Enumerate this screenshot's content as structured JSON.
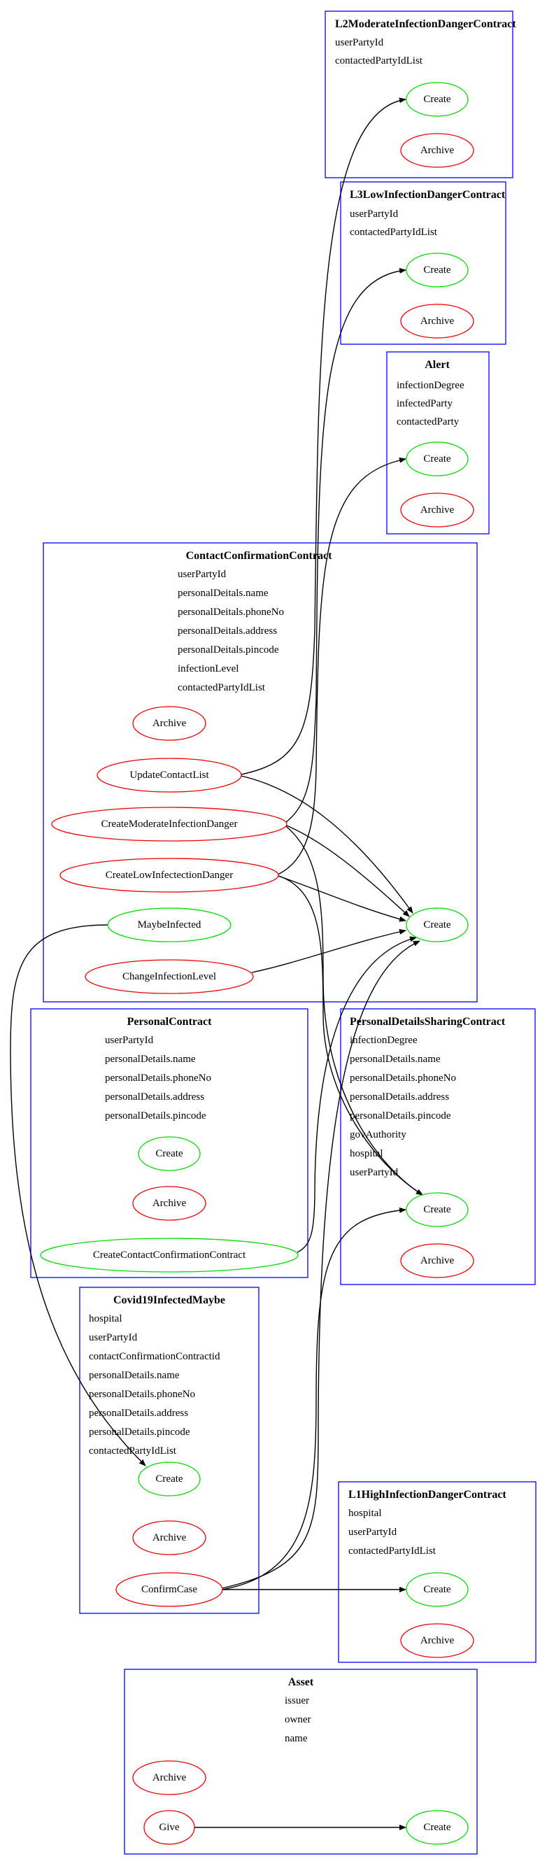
{
  "colors": {
    "cluster_border": "#0000ff",
    "create_choice": "#00dd00",
    "other_choice": "#ee0000",
    "edge": "#000000"
  },
  "templates": [
    {
      "name": "L2ModerateInfectionDangerContract",
      "fields": [
        "userPartyId",
        "contactedPartyIdList"
      ],
      "choices": [
        {
          "label": "Create",
          "kind": "create"
        },
        {
          "label": "Archive",
          "kind": "other"
        }
      ]
    },
    {
      "name": "L3LowInfectionDangerContract",
      "fields": [
        "userPartyId",
        "contactedPartyIdList"
      ],
      "choices": [
        {
          "label": "Create",
          "kind": "create"
        },
        {
          "label": "Archive",
          "kind": "other"
        }
      ]
    },
    {
      "name": "Alert",
      "fields": [
        "infectionDegree",
        "infectedParty",
        "contactedParty"
      ],
      "choices": [
        {
          "label": "Create",
          "kind": "create"
        },
        {
          "label": "Archive",
          "kind": "other"
        }
      ]
    },
    {
      "name": "ContactConfirmationContract",
      "fields": [
        "userPartyId",
        "personalDeitals.name",
        "personalDeitals.phoneNo",
        "personalDeitals.address",
        "personalDeitals.pincode",
        "infectionLevel",
        "contactedPartyIdList"
      ],
      "choices": [
        {
          "label": "Archive",
          "kind": "other"
        },
        {
          "label": "UpdateContactList",
          "kind": "other"
        },
        {
          "label": "CreateModerateInfectionDanger",
          "kind": "other"
        },
        {
          "label": "CreateLowInfectectionDanger",
          "kind": "other"
        },
        {
          "label": "MaybeInfected",
          "kind": "create"
        },
        {
          "label": "ChangeInfectionLevel",
          "kind": "other"
        },
        {
          "label": "Create",
          "kind": "create"
        }
      ]
    },
    {
      "name": "PersonalContract",
      "fields": [
        "userPartyId",
        "personalDetails.name",
        "personalDetails.phoneNo",
        "personalDetails.address",
        "personalDetails.pincode"
      ],
      "choices": [
        {
          "label": "Create",
          "kind": "create"
        },
        {
          "label": "Archive",
          "kind": "other"
        },
        {
          "label": "CreateContactConfirmationContract",
          "kind": "create"
        }
      ]
    },
    {
      "name": "PersonalDetailsSharingContract",
      "fields": [
        "infectionDegree",
        "personalDetails.name",
        "personalDetails.phoneNo",
        "personalDetails.address",
        "personalDetails.pincode",
        "govAuthority",
        "hospital",
        "userPartyId"
      ],
      "choices": [
        {
          "label": "Create",
          "kind": "create"
        },
        {
          "label": "Archive",
          "kind": "other"
        }
      ]
    },
    {
      "name": "Covid19InfectedMaybe",
      "fields": [
        "hospital",
        "userPartyId",
        "contactConfirmationContractid",
        "personalDetails.name",
        "personalDetails.phoneNo",
        "personalDetails.address",
        "personalDetails.pincode",
        "contactedPartyIdList"
      ],
      "choices": [
        {
          "label": "Create",
          "kind": "create"
        },
        {
          "label": "Archive",
          "kind": "other"
        },
        {
          "label": "ConfirmCase",
          "kind": "other"
        }
      ]
    },
    {
      "name": "L1HighInfectionDangerContract",
      "fields": [
        "hospital",
        "userPartyId",
        "contactedPartyIdList"
      ],
      "choices": [
        {
          "label": "Create",
          "kind": "create"
        },
        {
          "label": "Archive",
          "kind": "other"
        }
      ]
    },
    {
      "name": "Asset",
      "fields": [
        "issuer",
        "owner",
        "name"
      ],
      "choices": [
        {
          "label": "Archive",
          "kind": "other"
        },
        {
          "label": "Give",
          "kind": "other"
        },
        {
          "label": "Create",
          "kind": "create"
        }
      ]
    }
  ],
  "edges": [
    {
      "from": "ContactConfirmationContract.UpdateContactList",
      "to": "L2ModerateInfectionDangerContract.Create"
    },
    {
      "from": "ContactConfirmationContract.UpdateContactList",
      "to": "ContactConfirmationContract.Create"
    },
    {
      "from": "ContactConfirmationContract.CreateModerateInfectionDanger",
      "to": "L3LowInfectionDangerContract.Create"
    },
    {
      "from": "ContactConfirmationContract.CreateModerateInfectionDanger",
      "to": "ContactConfirmationContract.Create"
    },
    {
      "from": "ContactConfirmationContract.CreateModerateInfectionDanger",
      "to": "PersonalDetailsSharingContract.Create"
    },
    {
      "from": "ContactConfirmationContract.CreateLowInfectectionDanger",
      "to": "Alert.Create"
    },
    {
      "from": "ContactConfirmationContract.CreateLowInfectectionDanger",
      "to": "ContactConfirmationContract.Create"
    },
    {
      "from": "ContactConfirmationContract.CreateLowInfectectionDanger",
      "to": "PersonalDetailsSharingContract.Create"
    },
    {
      "from": "ContactConfirmationContract.MaybeInfected",
      "to": "Covid19InfectedMaybe.Create"
    },
    {
      "from": "ContactConfirmationContract.ChangeInfectionLevel",
      "to": "ContactConfirmationContract.Create"
    },
    {
      "from": "PersonalContract.CreateContactConfirmationContract",
      "to": "ContactConfirmationContract.Create"
    },
    {
      "from": "Covid19InfectedMaybe.ConfirmCase",
      "to": "ContactConfirmationContract.Create"
    },
    {
      "from": "Covid19InfectedMaybe.ConfirmCase",
      "to": "PersonalDetailsSharingContract.Create"
    },
    {
      "from": "Covid19InfectedMaybe.ConfirmCase",
      "to": "L1HighInfectionDangerContract.Create"
    },
    {
      "from": "Asset.Give",
      "to": "Asset.Create"
    }
  ]
}
